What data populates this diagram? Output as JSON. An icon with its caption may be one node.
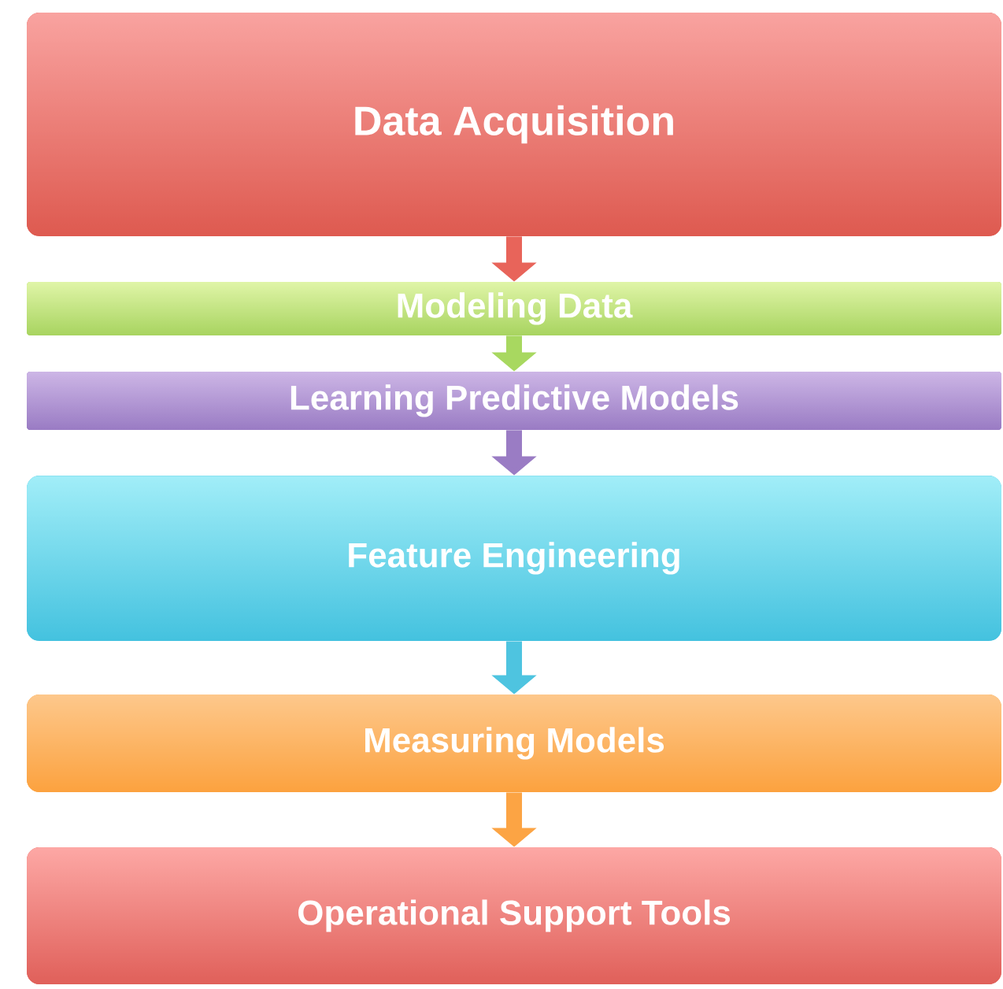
{
  "diagram": {
    "nodes": [
      {
        "text": [
          "Data Acquisition"
        ]
      },
      {
        "text": [
          "Modeling Data"
        ]
      },
      {
        "text": [
          "Learning Predictive Models"
        ]
      },
      {
        "text": [
          "Feature Engineering"
        ]
      },
      {
        "text": [
          "Measuring Models"
        ]
      },
      {
        "text": [
          "Operational Support Tools"
        ]
      }
    ],
    "edges": [
      {
        "from": 0,
        "to": 1,
        "arrow": "to",
        "color": "#e8645a"
      },
      {
        "from": 1,
        "to": 2,
        "arrow": "to",
        "color": "#a8d860"
      },
      {
        "from": 2,
        "to": 3,
        "arrow": "to",
        "color": "#9a7cc4"
      },
      {
        "from": 3,
        "to": 4,
        "arrow": "to",
        "color": "#4ec4e0"
      },
      {
        "from": 4,
        "to": 5,
        "arrow": "to",
        "color": "#fca444"
      }
    ]
  }
}
